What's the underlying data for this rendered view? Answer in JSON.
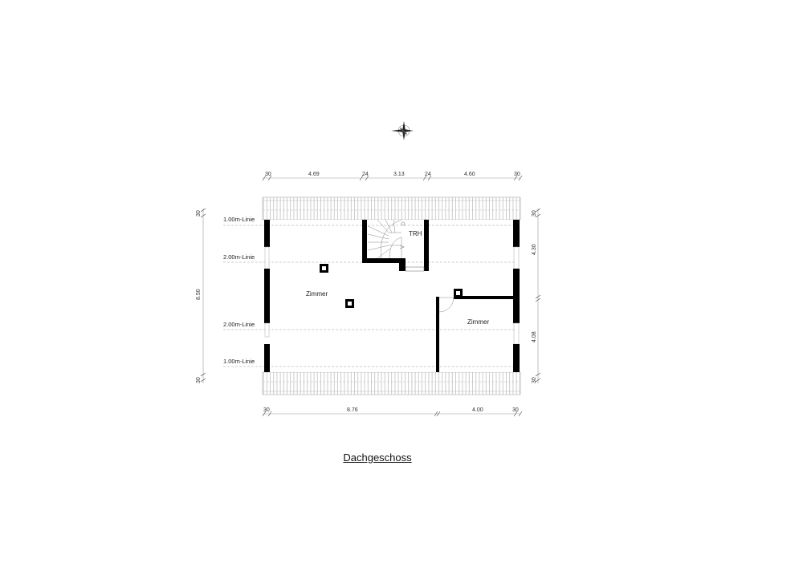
{
  "drawing": {
    "title": "Dachgeschoss",
    "compass": "compass-rose-icon"
  },
  "dimensions": {
    "top": [
      "30",
      "4.69",
      "24",
      "3.13",
      "24",
      "4.60",
      "30"
    ],
    "bottom": [
      "30",
      "8.76",
      "4.00",
      "30"
    ],
    "left": [
      "30",
      "8.50",
      "30"
    ],
    "right": [
      "30",
      "4.30",
      "4.08",
      "30"
    ]
  },
  "height_lines": {
    "top_1m": "1.00m-Linie",
    "top_2m": "2.00m-Linie",
    "bottom_2m": "2.00m-Linie",
    "bottom_1m": "1.00m-Linie"
  },
  "rooms": {
    "main": "Zimmer",
    "stair": "TRH",
    "small": "Zimmer"
  }
}
